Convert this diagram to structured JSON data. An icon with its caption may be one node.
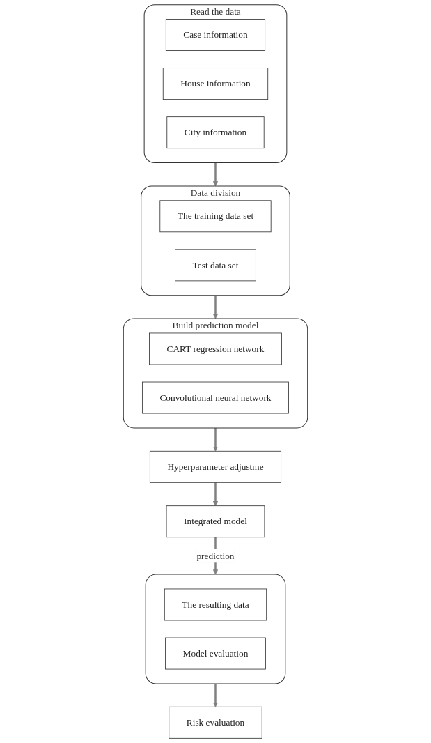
{
  "diagram": {
    "nodes": [
      {
        "text": [
          "Read the data"
        ]
      },
      {
        "text": [
          "Case information"
        ],
        "in": 0
      },
      {
        "text": [
          "House information"
        ],
        "in": 0
      },
      {
        "text": [
          "City information"
        ],
        "in": 0
      },
      {
        "text": [
          "Data division"
        ]
      },
      {
        "text": [
          "The training data set"
        ],
        "in": 4
      },
      {
        "text": [
          "Test data set"
        ],
        "in": 4
      },
      {
        "text": [
          "Build prediction model"
        ]
      },
      {
        "text": [
          "CART regression network"
        ],
        "in": 7
      },
      {
        "text": [
          "Convolutional neural network"
        ],
        "in": 7
      },
      {
        "text": [
          "Hyperparameter adjustme"
        ]
      },
      {
        "text": [
          "Integrated model"
        ]
      },
      {
        "text": [],
        "shape": "box"
      },
      {
        "text": [
          "The resulting data"
        ],
        "in": 12
      },
      {
        "text": [
          "Model evaluation"
        ],
        "in": 12
      },
      {
        "text": [
          "Risk evaluation"
        ]
      }
    ],
    "edges": [
      {
        "from": 0,
        "to": 4,
        "arrow": "to"
      },
      {
        "from": 4,
        "to": 7,
        "arrow": "to"
      },
      {
        "from": 7,
        "to": 10,
        "arrow": "to"
      },
      {
        "from": 10,
        "to": 11,
        "arrow": "to"
      },
      {
        "from": 11,
        "to": 12,
        "arrow": "to",
        "label": "prediction"
      },
      {
        "from": 12,
        "to": 15,
        "arrow": "to"
      }
    ]
  }
}
